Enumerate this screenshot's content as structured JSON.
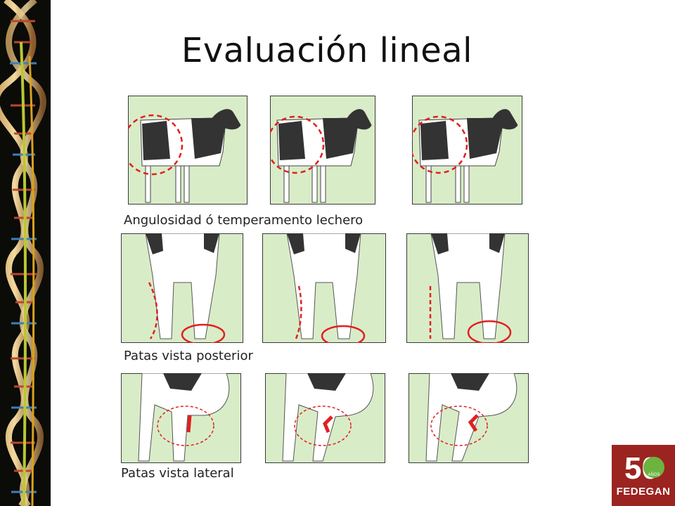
{
  "slide": {
    "title": "Evaluación lineal",
    "captions": {
      "row1": "Angulosidad ó temperamento lechero",
      "row2": "Patas vista posterior",
      "row3": "Patas vista lateral"
    }
  },
  "logo": {
    "text": "FEDEGAN",
    "badge": "50",
    "badge_sub": "AÑOS",
    "color": "#9b2420",
    "accent": "#6db33f"
  },
  "colors": {
    "panel_bg": "#d9ecc8",
    "panel_border": "#3a3a3a",
    "marker_red": "#e02020",
    "cow_dark": "#333333"
  }
}
